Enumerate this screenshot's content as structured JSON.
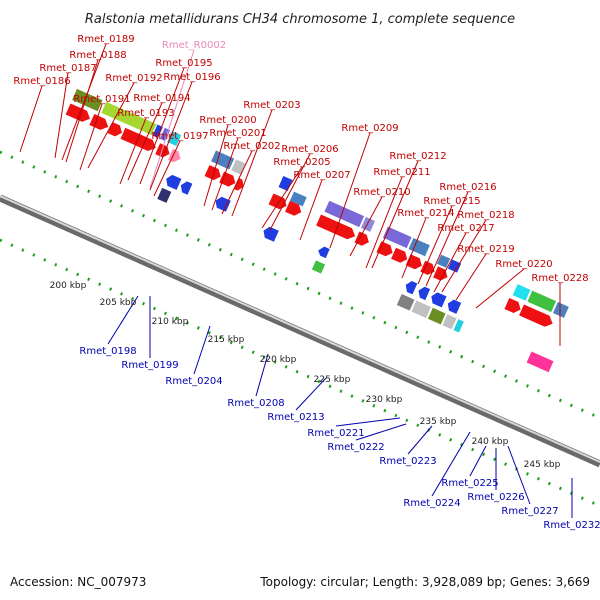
{
  "title": "Ralstonia metallidurans CH34 chromosome 1, complete sequence",
  "accession": "Accession: NC_007973",
  "summary": "Topology: circular; Length: 3,928,089 bp; Genes: 3,669",
  "top_labels": [
    "Rmet_0189",
    "Rmet_0188",
    "Rmet_0187",
    "Rmet_0186",
    "Rmet_0192",
    "Rmet_0191",
    "Rmet_R0002",
    "Rmet_0195",
    "Rmet_0196",
    "Rmet_0194",
    "Rmet_0193",
    "Rmet_0197",
    "Rmet_0203",
    "Rmet_0200",
    "Rmet_0201",
    "Rmet_0202",
    "Rmet_0206",
    "Rmet_0205",
    "Rmet_0207",
    "Rmet_0209",
    "Rmet_0212",
    "Rmet_0211",
    "Rmet_0210",
    "Rmet_0216",
    "Rmet_0215",
    "Rmet_0214",
    "Rmet_0218",
    "Rmet_0217",
    "Rmet_0219",
    "Rmet_0220",
    "Rmet_0228"
  ],
  "bottom_labels": [
    "Rmet_0198",
    "Rmet_0199",
    "Rmet_0204",
    "Rmet_0208",
    "Rmet_0213",
    "Rmet_0221",
    "Rmet_0222",
    "Rmet_0223",
    "Rmet_0224",
    "Rmet_0225",
    "Rmet_0226",
    "Rmet_0227",
    "Rmet_0232"
  ],
  "kbp_labels": [
    "200 kbp",
    "205 kbp",
    "210 kbp",
    "215 kbp",
    "220 kbp",
    "225 kbp",
    "230 kbp",
    "235 kbp",
    "240 kbp",
    "245 kbp"
  ],
  "colors": {
    "forward_gene": "#ee1111",
    "reverse_gene": "#1f3de0",
    "top_label": "#c00000",
    "bottom_label": "#0000b0",
    "rna_label": "#e88ab8",
    "tick": "#1e9e1e"
  }
}
